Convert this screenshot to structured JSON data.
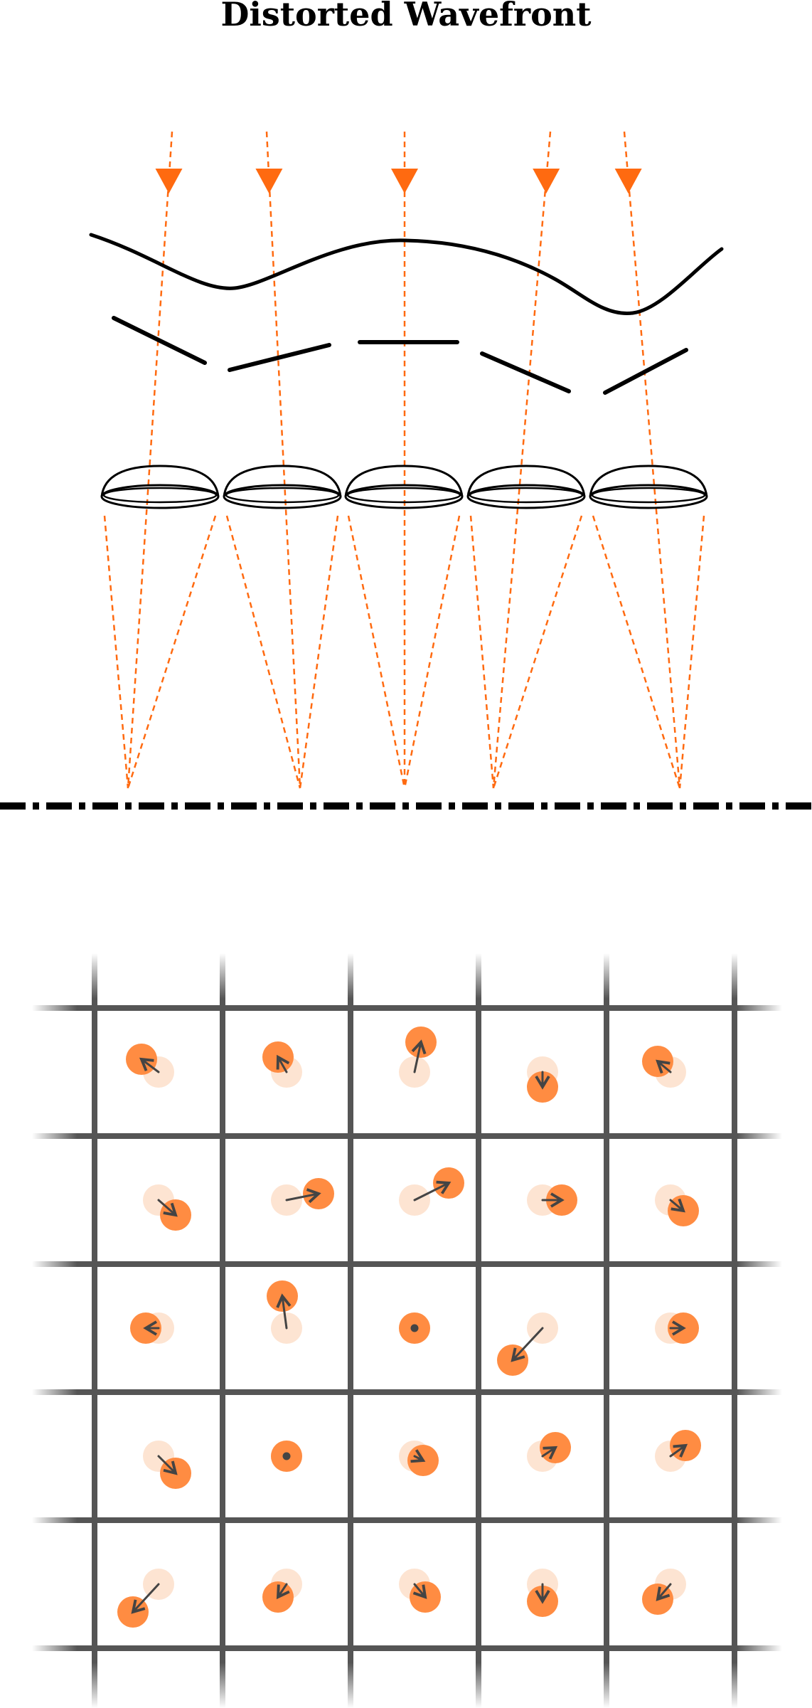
{
  "title": "Distorted Wavefront",
  "colors": {
    "ray": "#ff6a10",
    "spot": "#ff8c42",
    "spot_reference": "#fde4d2",
    "arrow": "#444444",
    "grid": "#555555",
    "ink": "#000000"
  },
  "lenslet_count": 5,
  "grid_size": 5,
  "spot_displacements": [
    [
      {
        "dx": -0.4,
        "dy": -0.3
      },
      {
        "dx": -0.2,
        "dy": -0.35
      },
      {
        "dx": 0.15,
        "dy": -0.7
      },
      {
        "dx": 0.0,
        "dy": 0.35
      },
      {
        "dx": -0.3,
        "dy": -0.25
      }
    ],
    [
      {
        "dx": 0.4,
        "dy": 0.35
      },
      {
        "dx": 0.75,
        "dy": -0.15
      },
      {
        "dx": 0.8,
        "dy": -0.4
      },
      {
        "dx": 0.45,
        "dy": 0.0
      },
      {
        "dx": 0.3,
        "dy": 0.25
      }
    ],
    [
      {
        "dx": -0.3,
        "dy": 0.0
      },
      {
        "dx": -0.1,
        "dy": -0.75
      },
      {
        "dx": 0.0,
        "dy": 0.0
      },
      {
        "dx": -0.7,
        "dy": 0.75
      },
      {
        "dx": 0.3,
        "dy": 0.0
      }
    ],
    [
      {
        "dx": 0.4,
        "dy": 0.4
      },
      {
        "dx": 0.0,
        "dy": 0.0
      },
      {
        "dx": 0.2,
        "dy": 0.1
      },
      {
        "dx": 0.3,
        "dy": -0.2
      },
      {
        "dx": 0.35,
        "dy": -0.25
      }
    ],
    [
      {
        "dx": -0.6,
        "dy": 0.65
      },
      {
        "dx": -0.2,
        "dy": 0.3
      },
      {
        "dx": 0.25,
        "dy": 0.3
      },
      {
        "dx": 0.0,
        "dy": 0.4
      },
      {
        "dx": -0.3,
        "dy": 0.35
      }
    ]
  ]
}
